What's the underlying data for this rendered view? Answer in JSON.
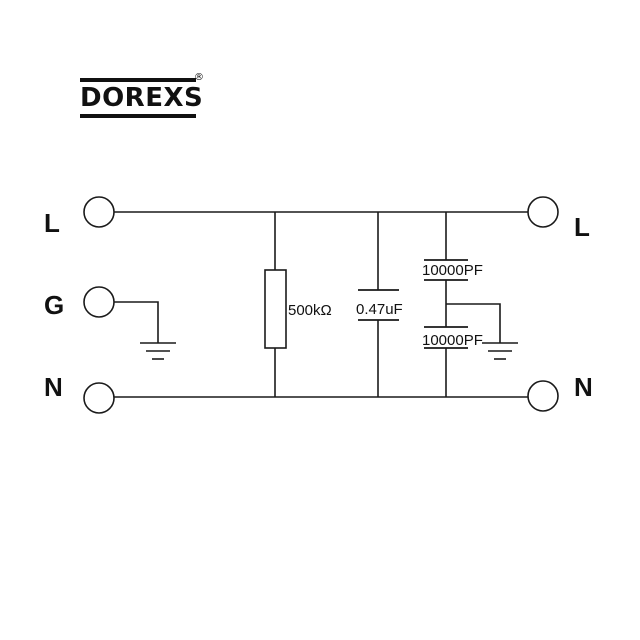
{
  "logo": {
    "brand": "DOREXS",
    "registered_mark": "®"
  },
  "terminals": {
    "left": [
      "L",
      "G",
      "N"
    ],
    "right": [
      "L",
      "N"
    ]
  },
  "components": {
    "resistor_label": "500kΩ",
    "capacitor_x_label": "0.47uF",
    "capacitor_y1_label": "10000PF",
    "capacitor_y2_label": "10000PF"
  }
}
